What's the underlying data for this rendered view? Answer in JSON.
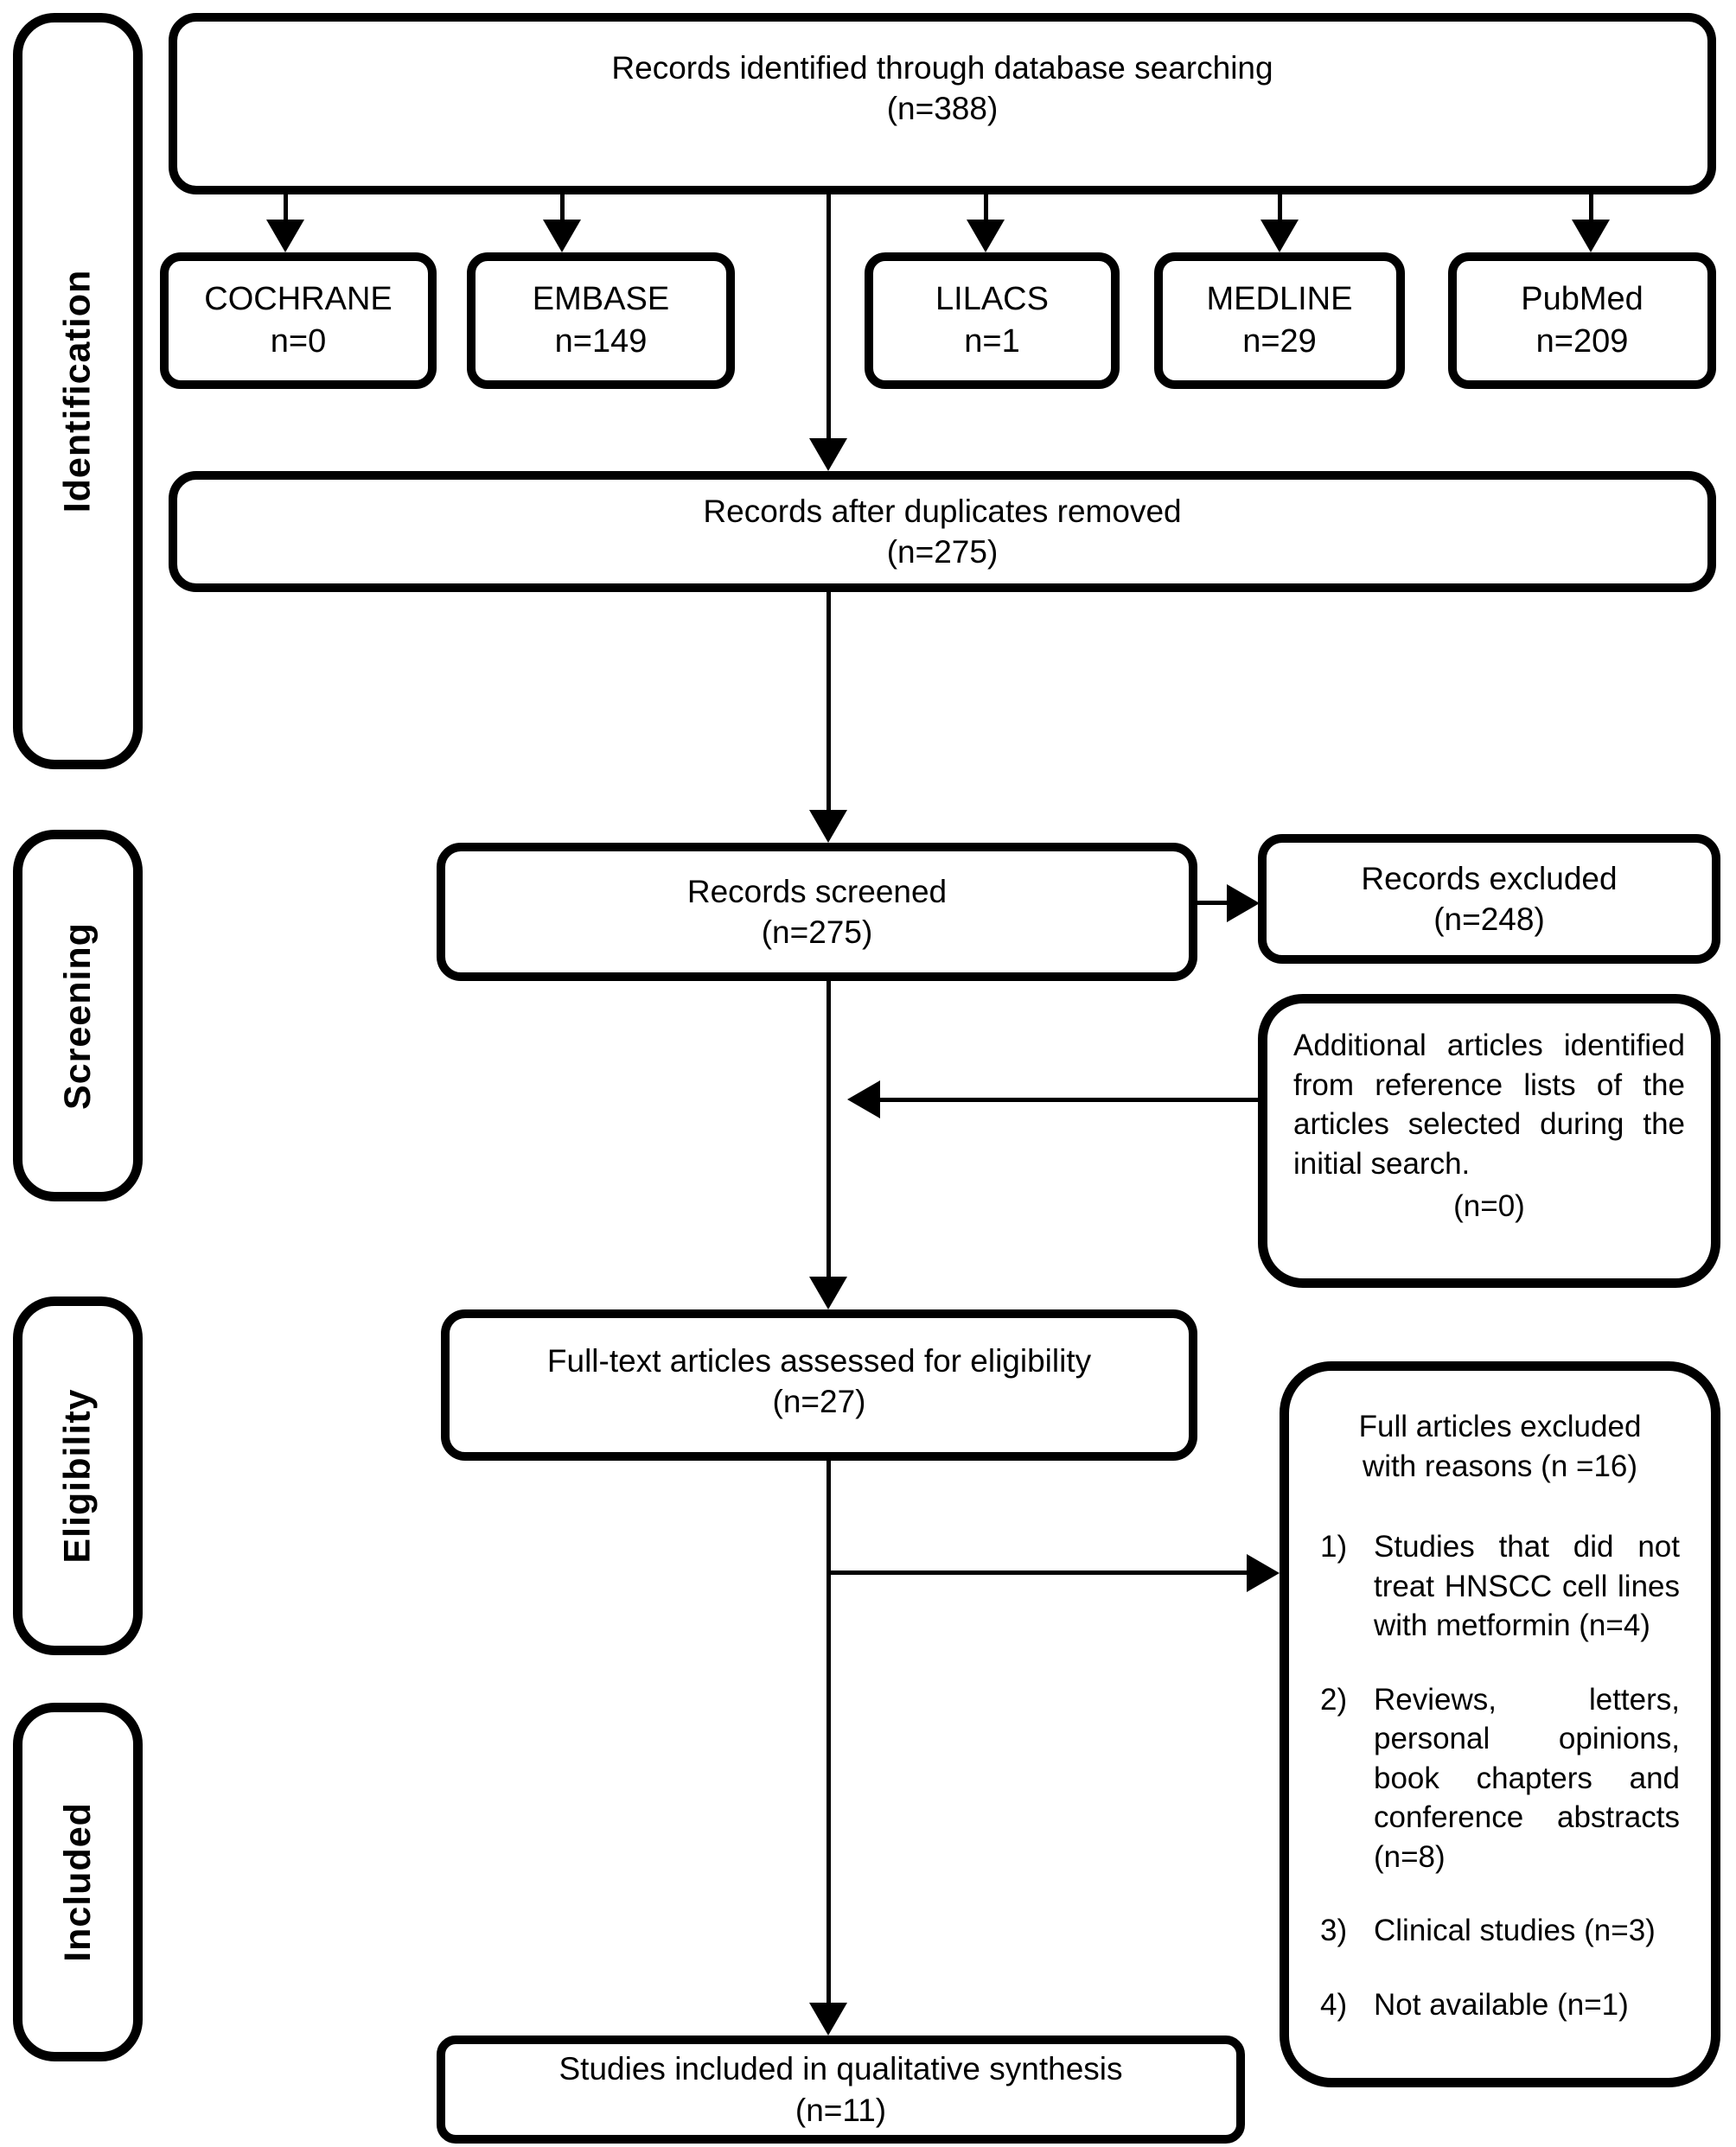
{
  "stages": {
    "identification": "Identification",
    "screening": "Screening",
    "eligibility": "Eligibility",
    "included": "Included"
  },
  "boxes": {
    "identified": {
      "line1": "Records identified through database searching",
      "line2": "(n=388)"
    },
    "databases": [
      {
        "name": "COCHRANE",
        "count": "n=0"
      },
      {
        "name": "EMBASE",
        "count": "n=149"
      },
      {
        "name": "LILACS",
        "count": "n=1"
      },
      {
        "name": "MEDLINE",
        "count": "n=29"
      },
      {
        "name": "PubMed",
        "count": "n=209"
      }
    ],
    "duplicates_removed": {
      "line1": "Records after duplicates removed",
      "line2": "(n=275)"
    },
    "screened": {
      "line1": "Records screened",
      "line2": "(n=275)"
    },
    "excluded": {
      "line1": "Records excluded",
      "line2": "(n=248)"
    },
    "additional_articles": {
      "text": "Additional articles identified from reference lists of the articles selected during the initial search.",
      "count": "(n=0)"
    },
    "fulltext": {
      "line1": "Full-text articles assessed for eligibility",
      "line2": "(n=27)"
    },
    "full_excluded": {
      "heading_line1": "Full articles excluded",
      "heading_line2": "with reasons (n =16)",
      "items": [
        {
          "num": "1)",
          "text": "Studies that did not treat HNSCC cell lines with metformin (n=4)"
        },
        {
          "num": "2)",
          "text": "Reviews, letters, personal opinions, book chapters and conference abstracts (n=8)"
        },
        {
          "num": "3)",
          "text": "Clinical studies (n=3)"
        },
        {
          "num": "4)",
          "text": "Not available (n=1)"
        }
      ]
    },
    "qualitative": {
      "line1": "Studies included in qualitative synthesis",
      "line2": "(n=11)"
    }
  },
  "colors": {
    "background": "#ffffff",
    "box_border": "#000000",
    "line": "#000000",
    "text": "#000000"
  }
}
